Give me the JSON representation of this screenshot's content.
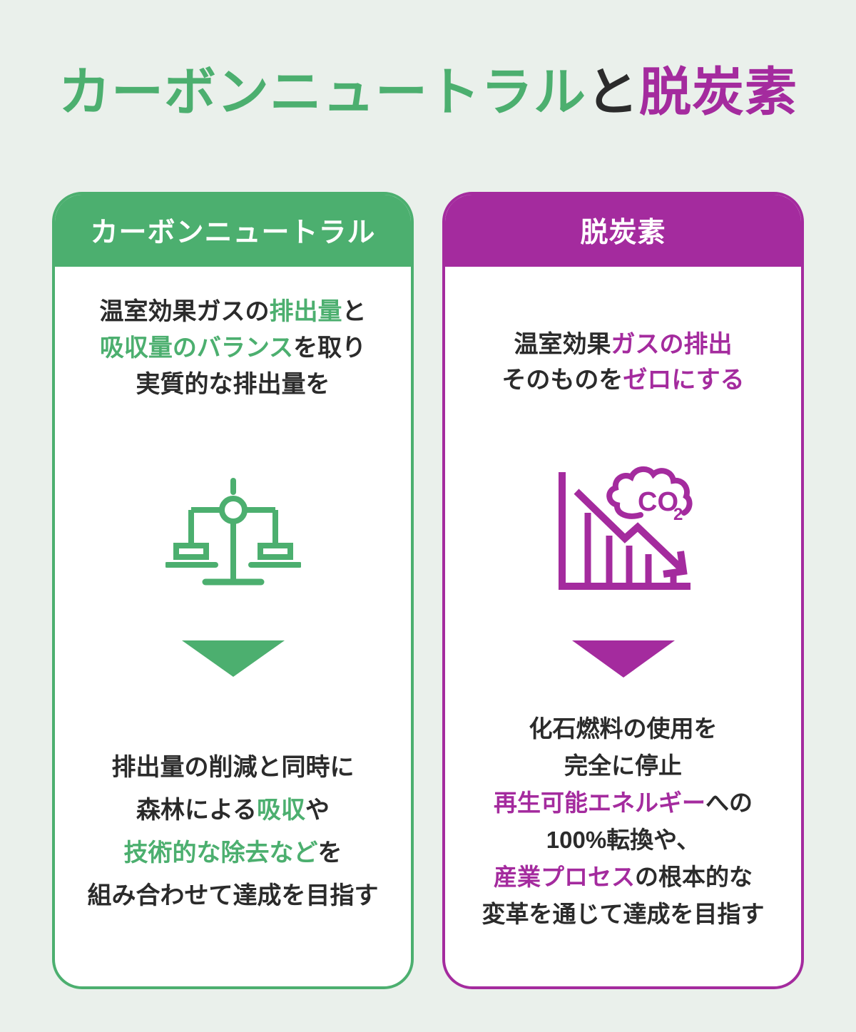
{
  "colors": {
    "green": "#4CAF6F",
    "purple": "#A42B9E",
    "dark": "#2B2B2B",
    "bg": "#EAF0EB",
    "card": "#FFFFFF"
  },
  "title": {
    "segments": [
      {
        "t": "カーボンニュートラル",
        "c": "green"
      },
      {
        "t": "と",
        "c": "dark"
      },
      {
        "t": "脱炭素",
        "c": "purple"
      }
    ]
  },
  "cards": {
    "carbon_neutral": {
      "header": "カーボンニュートラル",
      "top_lines": [
        [
          {
            "t": "温室効果ガスの"
          },
          {
            "t": "排出量",
            "c": "green"
          },
          {
            "t": "と"
          }
        ],
        [
          {
            "t": "吸収量のバランス",
            "c": "green"
          },
          {
            "t": "を取り"
          }
        ],
        [
          {
            "t": "実質的な排出量を"
          }
        ]
      ],
      "icon": "balance-scale-icon",
      "bottom_lines": [
        [
          {
            "t": "排出量の削減と同時に"
          }
        ],
        [
          {
            "t": "森林による"
          },
          {
            "t": "吸収",
            "c": "green"
          },
          {
            "t": "や"
          }
        ],
        [
          {
            "t": "技術的な除去など",
            "c": "green"
          },
          {
            "t": "を"
          }
        ],
        [
          {
            "t": "組み合わせて達成を目指す"
          }
        ]
      ]
    },
    "decarbonization": {
      "header": "脱炭素",
      "top_lines": [
        [
          {
            "t": "温室効果"
          },
          {
            "t": "ガスの排出",
            "c": "purple"
          }
        ],
        [
          {
            "t": "そのものを"
          },
          {
            "t": "ゼロにする",
            "c": "purple"
          }
        ]
      ],
      "icon": "co2-decline-chart-icon",
      "icon_text": {
        "main": "CO",
        "sub": "2"
      },
      "bottom_lines": [
        [
          {
            "t": "化石燃料の使用を"
          }
        ],
        [
          {
            "t": "完全に停止"
          }
        ],
        [
          {
            "t": "再生可能エネルギー",
            "c": "purple"
          },
          {
            "t": "への"
          }
        ],
        [
          {
            "t": "100%転換や、"
          }
        ],
        [
          {
            "t": "産業プロセス",
            "c": "purple"
          },
          {
            "t": "の根本的な"
          }
        ],
        [
          {
            "t": "変革を通じて達成を目指す"
          }
        ]
      ]
    }
  }
}
